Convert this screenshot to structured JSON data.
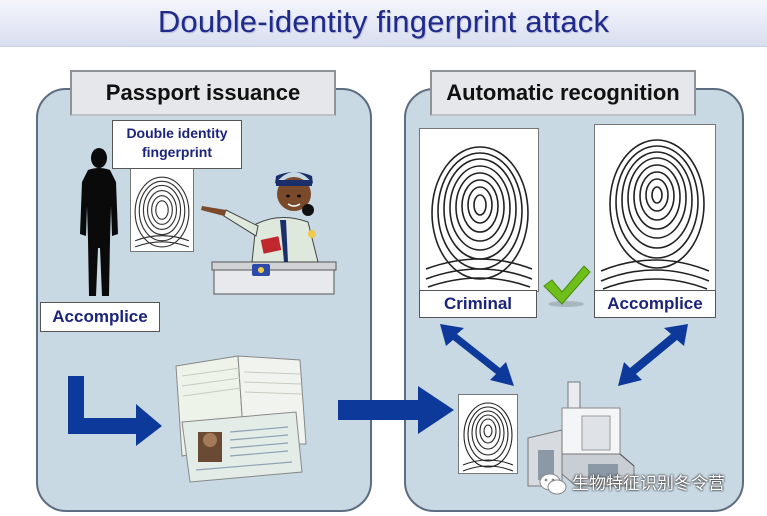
{
  "title": "Double-identity fingerprint attack",
  "left_panel": {
    "heading": "Passport issuance",
    "double_identity_label": "Double identity fingerprint",
    "accomplice_label": "Accomplice"
  },
  "right_panel": {
    "heading": "Automatic recognition",
    "criminal_label": "Criminal",
    "accomplice_label": "Accomplice"
  },
  "watermark": {
    "text": "生物特征识别冬令营",
    "icon": "wechat-icon"
  },
  "colors": {
    "title": "#1f2a8a",
    "panel_fill": "#c8d9e4",
    "arrow": "#0d3a9a",
    "check": "#6fbf1a",
    "label_text": "#1b237a"
  },
  "icons": [
    "person-silhouette-icon",
    "officer-illustration-icon",
    "passport-icon",
    "checkmark-icon",
    "border-gate-icon"
  ]
}
